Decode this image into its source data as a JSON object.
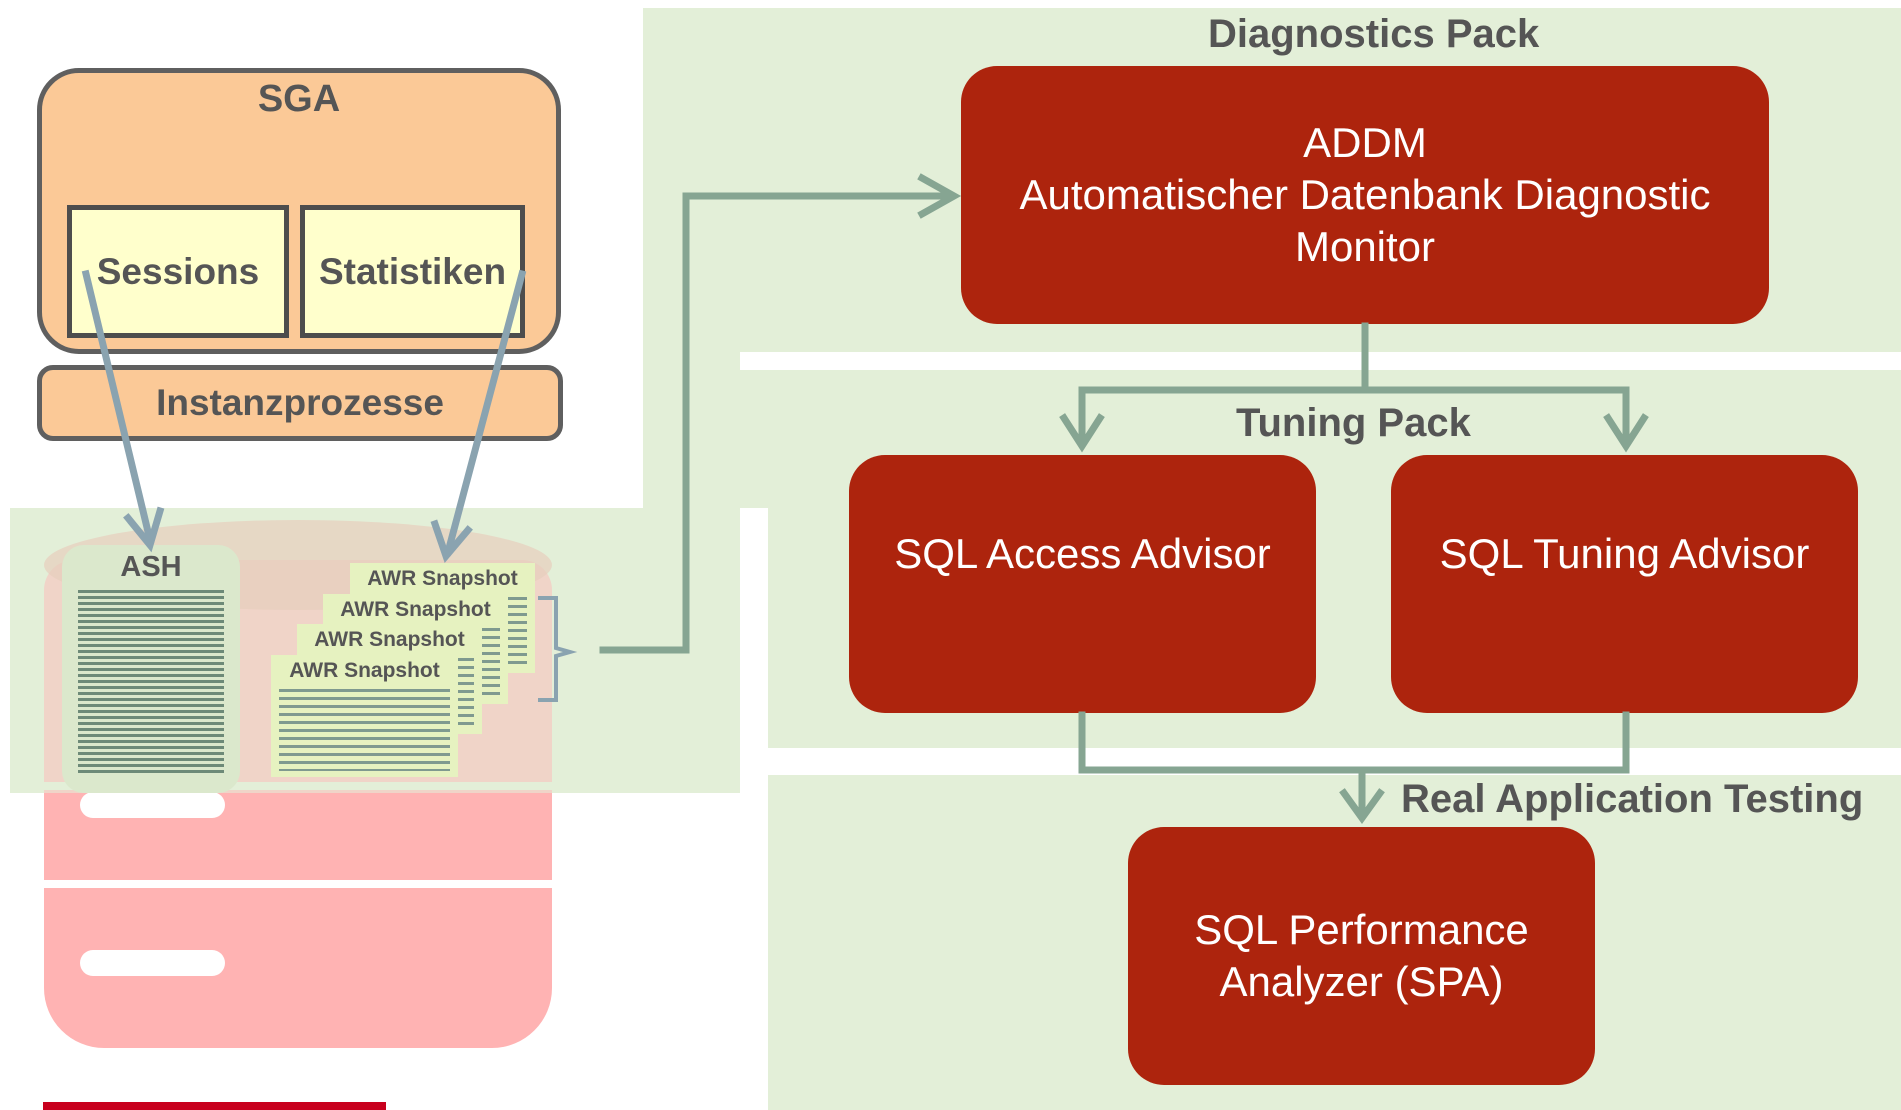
{
  "sga": {
    "title": "SGA",
    "sessions": "Sessions",
    "statistiken": "Statistiken",
    "instanzprozesse": "Instanzprozesse"
  },
  "ash": {
    "title": "ASH"
  },
  "awr": {
    "label": "AWR Snapshot"
  },
  "diagnostics": {
    "title": "Diagnostics Pack",
    "addm_line1": "ADDM",
    "addm_line2": "Automatischer Datenbank Diagnostic",
    "addm_line3": "Monitor"
  },
  "tuning": {
    "title": "Tuning Pack",
    "access_advisor": "SQL Access Advisor",
    "tuning_advisor": "SQL Tuning Advisor"
  },
  "testing": {
    "title": "Real Application Testing",
    "spa_line1": "SQL Performance",
    "spa_line2": "Analyzer (SPA)"
  },
  "colors": {
    "green_region": "#e3efd8",
    "red_box": "#ad240d",
    "orange": "#fbc997",
    "arrow_green": "#86a592",
    "arrow_blue": "#8aa3b0",
    "database": "#ffb3b3"
  }
}
